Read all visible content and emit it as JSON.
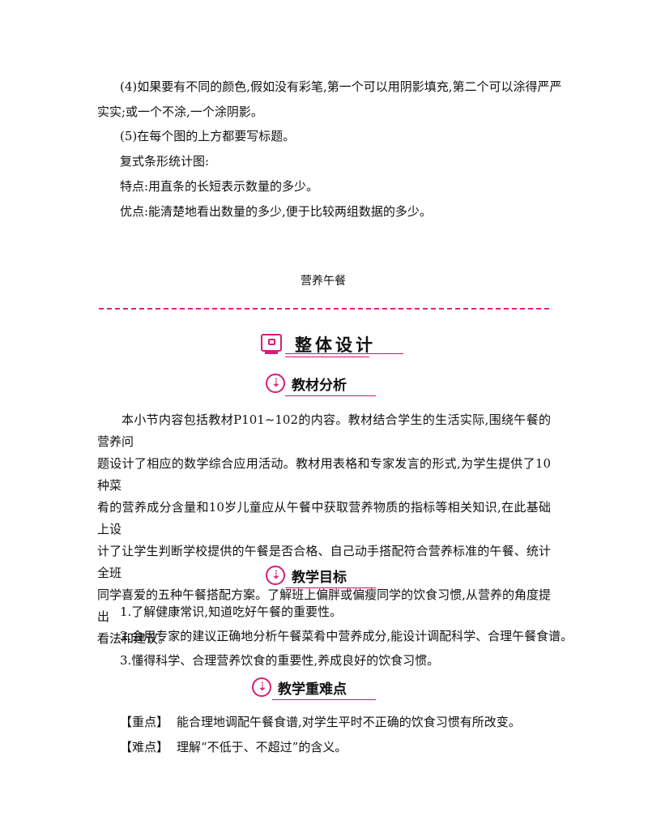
{
  "top": {
    "item4_line1": "(4)如果要有不同的颜色,假如没有彩笔,第一个可以用阴影填充,第二个可以涂得严严",
    "item4_line2": "实实;或一个不涂,一个涂阴影。",
    "item5": "(5)在每个图的上方都要写标题。",
    "compound_title": "复式条形统计图:",
    "feature": "特点:用直条的长短表示数量的多少。",
    "advantage": "优点:能清楚地看出数量的多少,便于比较两组数据的多少。"
  },
  "lesson_title": "营养午餐",
  "section_title": "整体设计",
  "analysis": {
    "heading": "教材分析",
    "lines": [
      "本小节内容包括教材P101~102的内容。教材结合学生的生活实际,围绕午餐的营养问",
      "题设计了相应的数学综合应用活动。教材用表格和专家发言的形式,为学生提供了10种菜",
      "肴的营养成分含量和10岁儿童应从午餐中获取营养物质的指标等相关知识,在此基础上设",
      "计了让学生判断学校提供的午餐是否合格、自己动手搭配符合营养标准的午餐、统计全班",
      "同学喜爱的五种午餐搭配方案。了解班上偏胖或偏瘦同学的饮食习惯,从营养的角度提出",
      "看法和建议。"
    ]
  },
  "objectives": {
    "heading": "教学目标",
    "items": [
      "1.了解健康常识,知道吃好午餐的重要性。",
      "2.会用专家的建议正确地分析午餐菜肴中营养成分,能设计调配科学、合理午餐食谱。",
      "3.懂得科学、合理营养饮食的重要性,养成良好的饮食习惯。"
    ]
  },
  "keypoints": {
    "heading": "教学重难点",
    "focus_label": "【重点】",
    "focus_text": "能合理地调配午餐食谱,对学生平时不正确的饮食习惯有所改变。",
    "difficulty_label": "【难点】",
    "difficulty_text": "理解“不低于、不超过”的含义。"
  },
  "colors": {
    "accent": "#d81e72"
  },
  "icons": [
    "monitor-icon",
    "download-arrow-icon"
  ]
}
